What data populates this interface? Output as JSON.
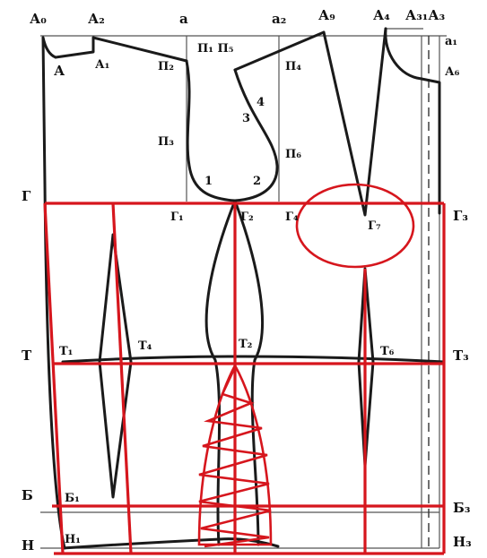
{
  "colors": {
    "pattern_line": "#1a1a1a",
    "guide_line": "#555555",
    "construction_red": "#d6161d"
  },
  "labels": {
    "A0": "А₀",
    "A2": "А₂",
    "a": "а",
    "a2": "а₂",
    "A9": "А₉",
    "A4": "А₄",
    "A31A3": "А₃₁А₃",
    "a1": "а₁",
    "A": "А",
    "A1": "А₁",
    "P1P5": "П₁ П₅",
    "P2": "П₂",
    "P4": "П₄",
    "A6": "А₆",
    "n4": "4",
    "n3": "3",
    "P3": "П₃",
    "P6": "П₆",
    "n1": "1",
    "n2": "2",
    "G": "Г",
    "G1": "Г₁",
    "G2": "Г₂",
    "G4": "Г₄",
    "G7": "Г₇",
    "G3": "Г₃",
    "T": "Т",
    "T1": "Т₁",
    "T4": "Т₄",
    "T2": "Т₂",
    "T6": "Т₆",
    "T3": "Т₃",
    "B": "Б",
    "B1": "Б₁",
    "B3": "Б₃",
    "N": "Н",
    "N1": "Н₁",
    "N3": "Н₃"
  }
}
